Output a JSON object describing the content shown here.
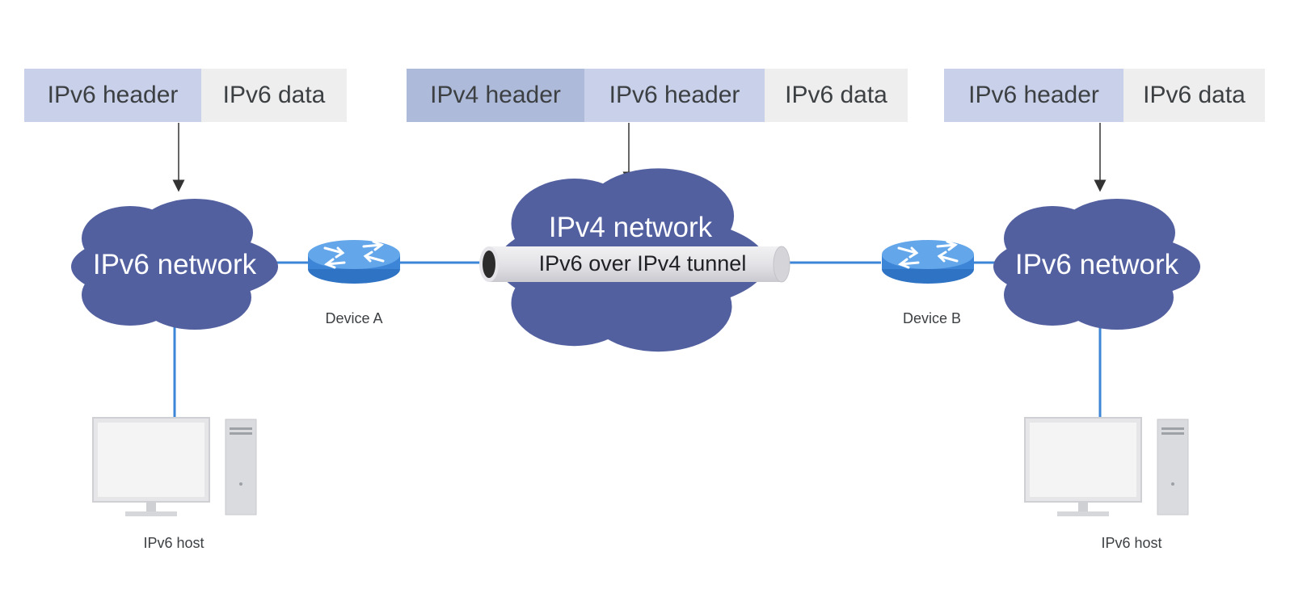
{
  "packets": {
    "left": {
      "header": "IPv6 header",
      "data": "IPv6 data"
    },
    "middle": {
      "outer_header": "IPv4 header",
      "inner_header": "IPv6 header",
      "data": "IPv6 data"
    },
    "right": {
      "header": "IPv6 header",
      "data": "IPv6 data"
    }
  },
  "networks": {
    "left": "IPv6 network",
    "middle": "IPv4 network",
    "right": "IPv6 network"
  },
  "tunnel": {
    "label": "IPv6 over IPv4 tunnel"
  },
  "devices": {
    "a": "Device A",
    "b": "Device B"
  },
  "hosts": {
    "left": "IPv6 host",
    "right": "IPv6 host"
  },
  "colors": {
    "cloud": "#5360a0",
    "router": "#4a90d9",
    "link": "#3d85d6",
    "ipv6_header_bg": "#c9d0ea",
    "ipv4_header_bg": "#aebad9",
    "data_bg": "#eeeeee"
  }
}
